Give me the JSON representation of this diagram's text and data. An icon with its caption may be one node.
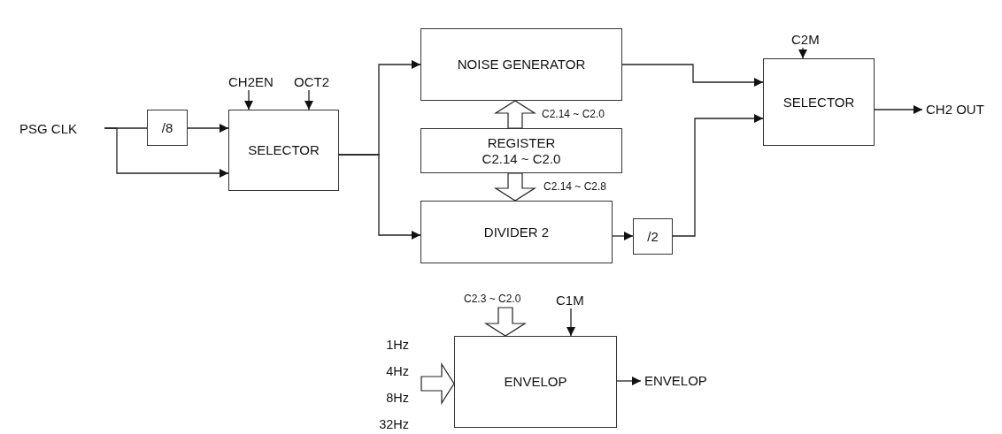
{
  "diagram": {
    "nodes": [
      {
        "text": [
          "PSG CLK"
        ]
      },
      {
        "text": [
          "/8"
        ]
      },
      {
        "text": [
          "SELECTOR"
        ]
      },
      {
        "text": [
          "CH2EN"
        ]
      },
      {
        "text": [
          "OCT2"
        ]
      },
      {
        "text": [
          "NOISE GENERATOR"
        ]
      },
      {
        "text": [
          "REGISTER",
          "C2.14 ~ C2.0"
        ]
      },
      {
        "text": [
          "DIVIDER 2"
        ]
      },
      {
        "text": [
          "/2"
        ]
      },
      {
        "text": [
          "SELECTOR"
        ]
      },
      {
        "text": [
          "C2M"
        ]
      },
      {
        "text": [
          "CH2 OUT"
        ]
      },
      {
        "text": [
          "ENVELOP"
        ]
      },
      {
        "text": [
          "C1M"
        ]
      },
      {
        "text": [
          "ENVELOP"
        ]
      }
    ],
    "edges": [
      {
        "from": 0,
        "to": 1,
        "arrow": "none"
      },
      {
        "from": 0,
        "to": 2,
        "arrow": "to"
      },
      {
        "from": 1,
        "to": 2,
        "arrow": "to"
      },
      {
        "from": 3,
        "to": 2,
        "arrow": "to"
      },
      {
        "from": 4,
        "to": 2,
        "arrow": "to"
      },
      {
        "from": 2,
        "to": 5,
        "arrow": "to"
      },
      {
        "from": 2,
        "to": 7,
        "arrow": "to"
      },
      {
        "from": 6,
        "to": 5,
        "arrow": "to",
        "style": "thick",
        "label": "C2.14 ~ C2.0"
      },
      {
        "from": 6,
        "to": 7,
        "arrow": "to",
        "style": "thick",
        "label": "C2.14 ~ C2.8"
      },
      {
        "from": 7,
        "to": 8,
        "arrow": "to"
      },
      {
        "from": 5,
        "to": 9,
        "arrow": "to"
      },
      {
        "from": 8,
        "to": 9,
        "arrow": "to"
      },
      {
        "from": 10,
        "to": 9,
        "arrow": "to"
      },
      {
        "from": 9,
        "to": 11,
        "arrow": "to"
      },
      {
        "from": null,
        "to": 12,
        "arrow": "to",
        "style": "thick",
        "label": "C2.3 ~ C2.0"
      },
      {
        "from": null,
        "to": 12,
        "arrow": "to",
        "style": "thick"
      },
      {
        "from": 13,
        "to": 12,
        "arrow": "to"
      },
      {
        "from": 12,
        "to": 14,
        "arrow": "to"
      }
    ],
    "labels": [
      "1Hz",
      "4Hz",
      "8Hz",
      "32Hz"
    ]
  }
}
